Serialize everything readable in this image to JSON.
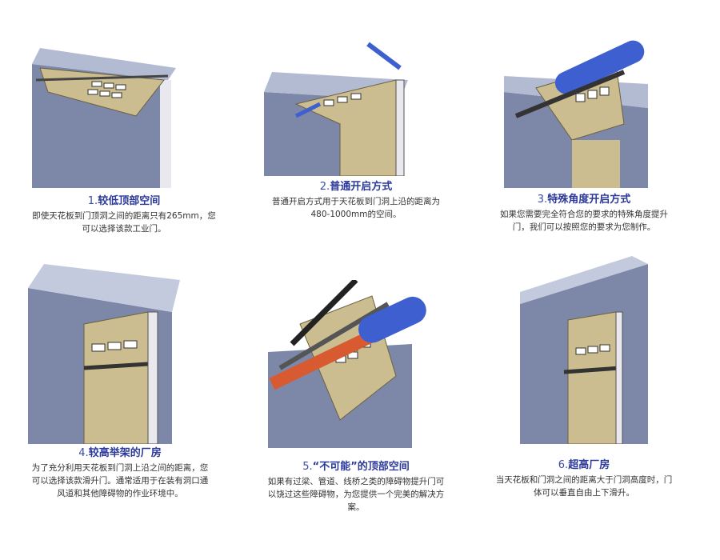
{
  "colors": {
    "title": "#2b3a9a",
    "door": "#cbbd8f",
    "wall": "#7d88a8",
    "pipe_blue": "#3d5fd0",
    "pipe_red": "#d85a30"
  },
  "panels": [
    {
      "number": "1.",
      "title": "较低顶部空间",
      "desc": "即使天花板到门顶洞之间的距离只有265mm，您可以选择该款工业门。"
    },
    {
      "number": "2.",
      "title": "普通开启方式",
      "desc": "普通开启方式用于天花板到门洞上沿的距离为480-1000mm的空间。"
    },
    {
      "number": "3.",
      "title": "特殊角度开启方式",
      "desc": "如果您需要完全符合您的要求的特殊角度提升门，我们可以按照您的要求为您制作。"
    },
    {
      "number": "4.",
      "title": "较高举架的厂房",
      "desc": "为了充分利用天花板到门洞上沿之间的距离，您可以选择该款滑升门。通常适用于在装有洞口通风道和其他障碍物的作业环境中。"
    },
    {
      "number": "5.",
      "title": "“不可能”的顶部空间",
      "desc": "如果有过梁、管道、线桥之类的障碍物提升门可以饶过这些障碍物，为您提供一个完美的解决方案。"
    },
    {
      "number": "6.",
      "title": "超高厂房",
      "desc": "当天花板和门洞之间的距离大于门洞高度时，门体可以垂直自由上下滑升。"
    }
  ]
}
